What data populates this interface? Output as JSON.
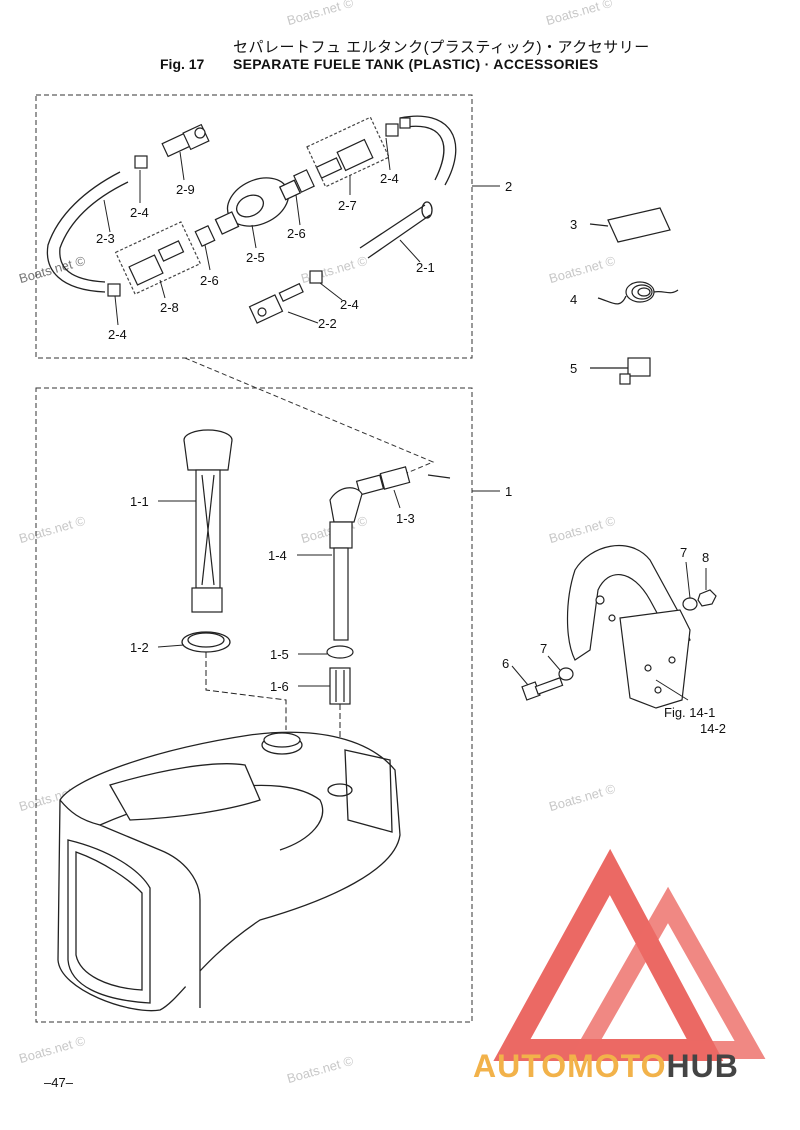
{
  "header": {
    "title_jp": "セパレートフュ エルタンク(プラスティック)・アクセサリー",
    "fig_no": "Fig. 17",
    "title_en": "SEPARATE FUELE TANK (PLASTIC) · ACCESSORIES"
  },
  "callouts": {
    "p2": "2",
    "p2_1": "2-1",
    "p2_2": "2-2",
    "p2_3": "2-3",
    "p2_4a": "2-4",
    "p2_4b": "2-4",
    "p2_4c": "2-4",
    "p2_4d": "2-4",
    "p2_5": "2-5",
    "p2_6a": "2-6",
    "p2_6b": "2-6",
    "p2_7": "2-7",
    "p2_8": "2-8",
    "p2_9": "2-9",
    "p3": "3",
    "p4": "4",
    "p5": "5",
    "p1": "1",
    "p1_1": "1-1",
    "p1_2": "1-2",
    "p1_3": "1-3",
    "p1_4": "1-4",
    "p1_5": "1-5",
    "p1_6": "1-6",
    "p6": "6",
    "p7a": "7",
    "p7b": "7",
    "p8": "8",
    "fig14_1": "Fig. 14-1",
    "p14_2": "14-2"
  },
  "watermark": "Boats.net ©",
  "page_number": "–47–",
  "brand": {
    "part1": "AUTOMOTO",
    "part2": "HUB"
  },
  "colors": {
    "brand_red": "#e8504a",
    "brand_orange": "#f2b24a",
    "brand_dark": "#444444"
  }
}
